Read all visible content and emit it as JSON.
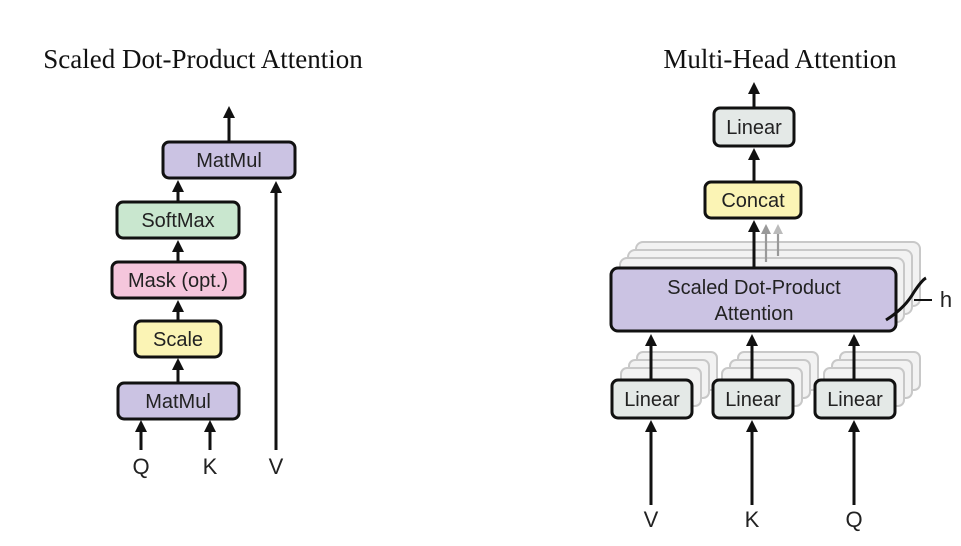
{
  "left": {
    "title": "Scaled Dot-Product Attention",
    "boxes": {
      "matmul_top": "MatMul",
      "softmax": "SoftMax",
      "mask": "Mask (opt.)",
      "scale": "Scale",
      "matmul_bottom": "MatMul"
    },
    "inputs": {
      "q": "Q",
      "k": "K",
      "v": "V"
    }
  },
  "right": {
    "title": "Multi-Head Attention",
    "boxes": {
      "linear_top": "Linear",
      "concat": "Concat",
      "attention_line1": "Scaled Dot-Product",
      "attention_line2": "Attention",
      "linear_v": "Linear",
      "linear_k": "Linear",
      "linear_q": "Linear"
    },
    "heads_label": "h",
    "inputs": {
      "v": "V",
      "k": "K",
      "q": "Q"
    }
  },
  "colors": {
    "matmul": "#cbc3e3",
    "softmax": "#c9e7cf",
    "mask": "#f5c6dc",
    "scale": "#fbf4b5",
    "linear": "#e4e9e7",
    "concat": "#fbf4b5",
    "attention": "#cbc3e3"
  }
}
